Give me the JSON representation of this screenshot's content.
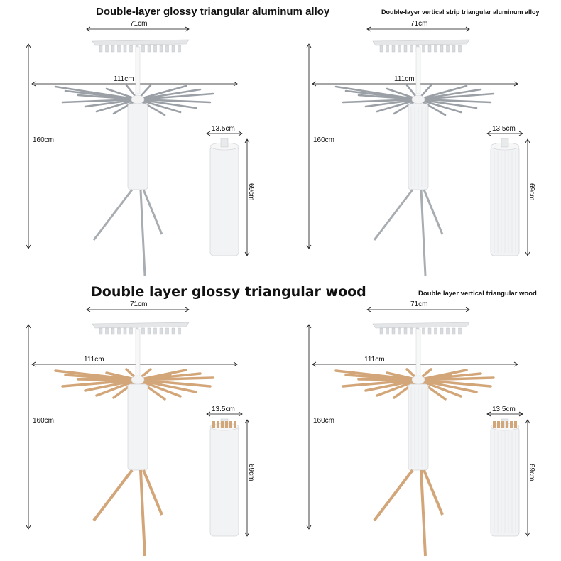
{
  "panels": [
    {
      "title": "Double-layer glossy triangular aluminum alloy",
      "material": "aluminum",
      "dims": {
        "top_width": "71cm",
        "mid_width": "111cm",
        "height": "160cm",
        "folded_width": "13.5cm",
        "folded_height": "69cm"
      }
    },
    {
      "title": "Double-layer vertical strip triangular aluminum alloy",
      "material": "aluminum",
      "dims": {
        "top_width": "71cm",
        "mid_width": "111cm",
        "height": "160cm",
        "folded_width": "13.5cm",
        "folded_height": "69cm"
      }
    },
    {
      "title": "Double layer glossy triangular wood",
      "material": "wood",
      "dims": {
        "top_width": "71cm",
        "mid_width": "111cm",
        "height": "160cm",
        "folded_width": "13.5cm",
        "folded_height": "69cm"
      }
    },
    {
      "title": "Double layer vertical triangular wood",
      "material": "wood",
      "dims": {
        "top_width": "71cm",
        "mid_width": "111cm",
        "height": "160cm",
        "folded_width": "13.5cm",
        "folded_height": "69cm"
      }
    }
  ],
  "colors": {
    "aluminum_rod": "#9aa0a6",
    "wood_rod": "#d2a679",
    "body": "#f2f3f4",
    "line": "#111111"
  }
}
